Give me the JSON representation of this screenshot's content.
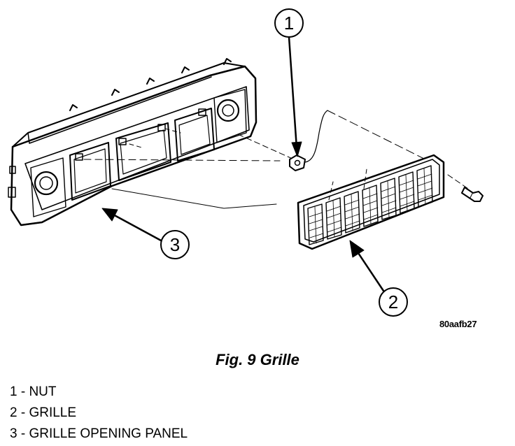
{
  "figure": {
    "callouts": [
      {
        "number": "1",
        "target": "nut"
      },
      {
        "number": "2",
        "target": "grille"
      },
      {
        "number": "3",
        "target": "grille-opening-panel"
      }
    ],
    "reference_code": "80aafb27"
  },
  "caption": "Fig. 9 Grille",
  "legend": [
    {
      "number": "1",
      "text": "1 - NUT"
    },
    {
      "number": "2",
      "text": "2 - GRILLE"
    },
    {
      "number": "3",
      "text": "3 - GRILLE OPENING PANEL"
    }
  ]
}
